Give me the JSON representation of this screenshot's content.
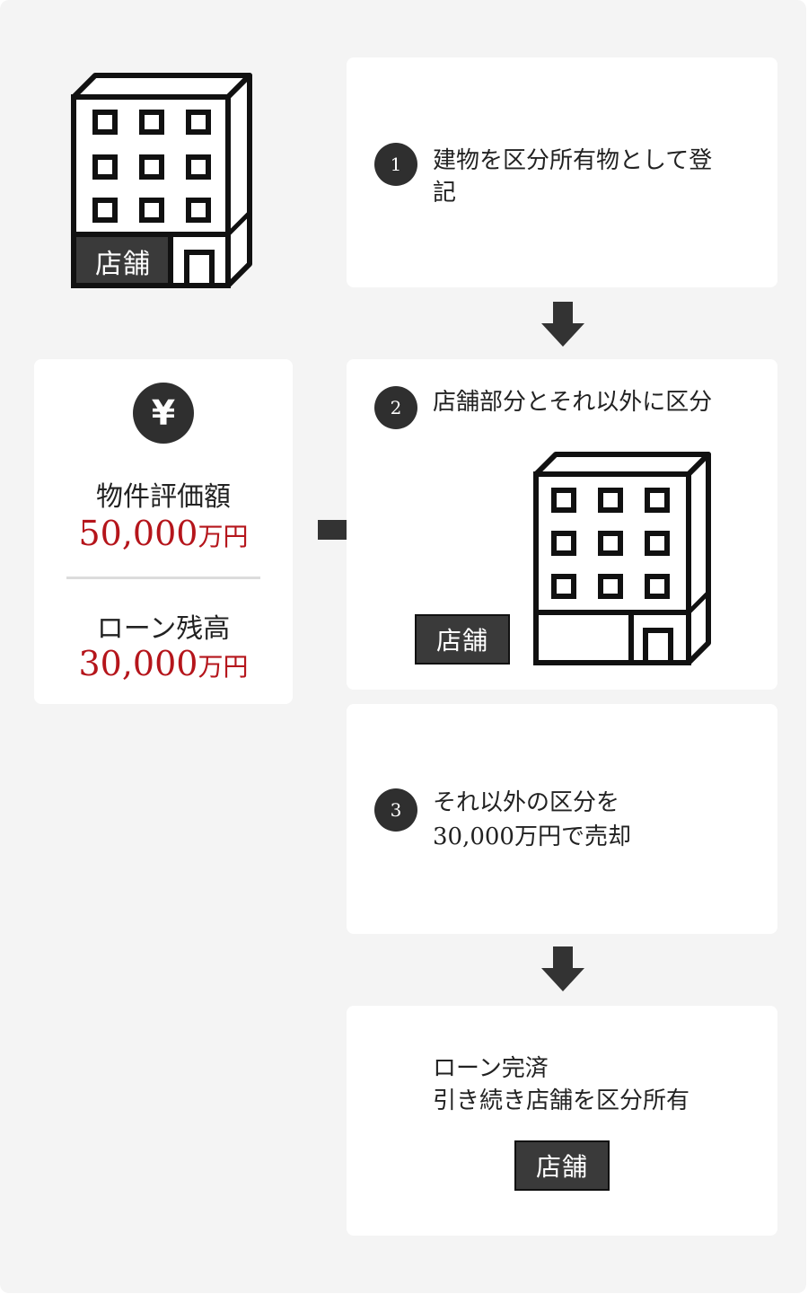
{
  "diagram": {
    "colors": {
      "background": "#f4f4f4",
      "card": "#ffffff",
      "dark": "#2f2f2f",
      "accent_red": "#b5151b"
    },
    "top_building": {
      "shop_label": "店舗"
    },
    "step1": {
      "number": "1",
      "text_line1": "建物を区分所有物として登",
      "text_line2": "記"
    },
    "step2": {
      "number": "2",
      "text": "店舗部分とそれ以外に区分",
      "shop_label": "店舗"
    },
    "step3": {
      "number": "3",
      "text_line1": "それ以外の区分を",
      "text_line2": "30,000万円で売却"
    },
    "step4": {
      "text_line1": "ローン完済",
      "text_line2": "引き続き店舗を区分所有",
      "shop_label": "店舗"
    },
    "valuation": {
      "icon": "yen-icon",
      "icon_glyph": "¥",
      "property_label": "物件評価額",
      "property_value": "50,000",
      "property_unit": "万円",
      "loan_label": "ローン残高",
      "loan_value": "30,000",
      "loan_unit": "万円"
    }
  }
}
